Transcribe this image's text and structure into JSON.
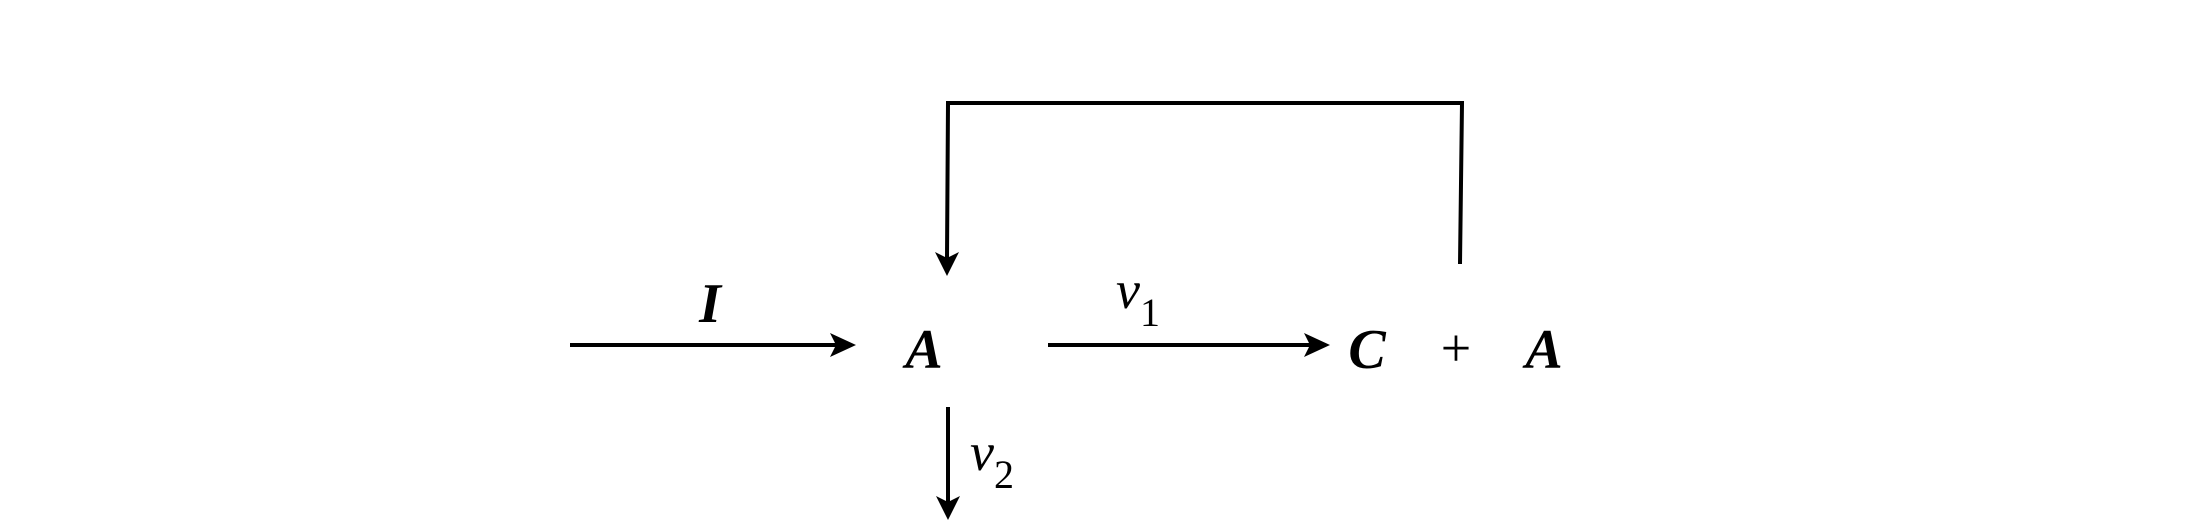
{
  "diagram": {
    "species": {
      "input": "I",
      "a_left": "A",
      "c": "C",
      "plus": "+",
      "a_right": "A"
    },
    "rates": {
      "v1": {
        "symbol": "v",
        "subscript": "1"
      },
      "v2": {
        "symbol": "v",
        "subscript": "2"
      }
    },
    "colors": {
      "ink": "#000000",
      "background": "#ffffff"
    }
  }
}
